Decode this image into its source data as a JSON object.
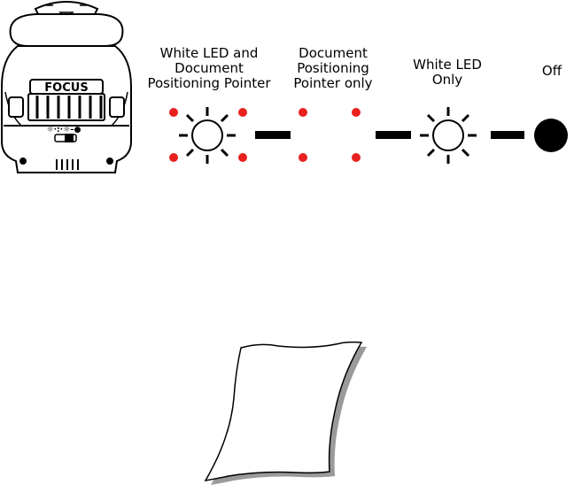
{
  "device": {
    "brand_label": "FOCUS",
    "switch_symbols": "☼·:·☼–●"
  },
  "modes": [
    {
      "label": "White LED and\nDocument\nPositioning Pointer",
      "white_led": true,
      "pointer": true
    },
    {
      "label": "Document\nPositioning\nPointer only",
      "white_led": false,
      "pointer": true
    },
    {
      "label": "White LED\nOnly",
      "white_led": true,
      "pointer": false
    },
    {
      "label": "Off",
      "white_led": false,
      "pointer": false
    }
  ],
  "colors": {
    "pointer_dot": "#e8201e",
    "off_indicator": "#000000",
    "paper_shadow": "#9a9a9a"
  },
  "icons": [
    "scanner-device-icon",
    "white-led-icon",
    "pointer-dot-icon",
    "off-indicator-icon",
    "document-paper-icon"
  ]
}
